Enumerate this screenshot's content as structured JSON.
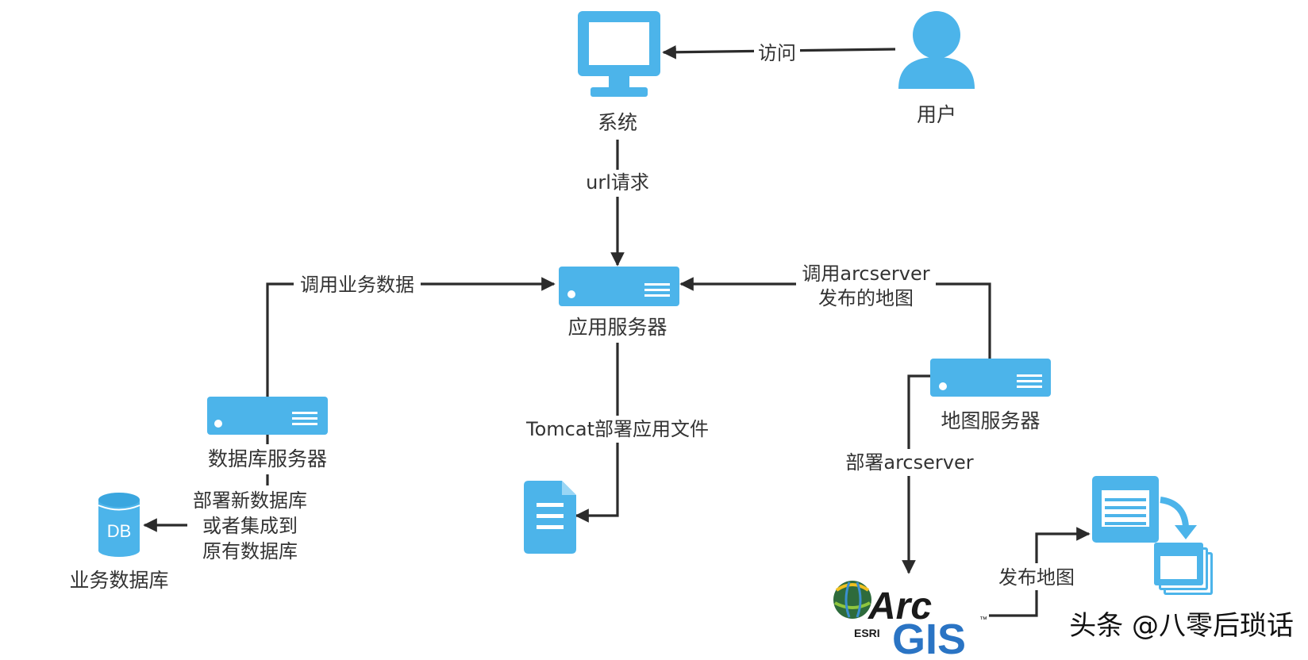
{
  "colors": {
    "icon_blue": "#4cb4ea",
    "line": "#2b2b2b",
    "arcgis_blue": "#2a74c4"
  },
  "nodes": {
    "system": {
      "label": "系统",
      "icon": "monitor-icon"
    },
    "user": {
      "label": "用户",
      "icon": "user-icon"
    },
    "app_server": {
      "label": "应用服务器",
      "icon": "server-icon"
    },
    "db_server": {
      "label": "数据库服务器",
      "icon": "server-icon"
    },
    "map_server": {
      "label": "地图服务器",
      "icon": "server-icon"
    },
    "business_db": {
      "label": "业务数据库",
      "icon": "database-icon",
      "icon_text": "DB"
    },
    "app_file": {
      "icon": "document-icon"
    },
    "published_map": {
      "icon": "publish-document-icon"
    },
    "arcgis": {
      "logo_arc": "Arc",
      "logo_gis": "GIS",
      "logo_esri": "ESRI",
      "logo_tm": "™"
    }
  },
  "edges": {
    "visit": "访问",
    "url_request": "url请求",
    "call_business_data": "调用业务数据",
    "call_arcserver_line1": "调用arcserver",
    "call_arcserver_line2": "发布的地图",
    "tomcat_deploy": "Tomcat部署应用文件",
    "deploy_arcserver": "部署arcserver",
    "deploy_db_line1": "部署新数据库",
    "deploy_db_line2": "或者集成到",
    "deploy_db_line3": "原有数据库",
    "publish_map": "发布地图"
  },
  "watermark": "头条 @八零后琐话"
}
